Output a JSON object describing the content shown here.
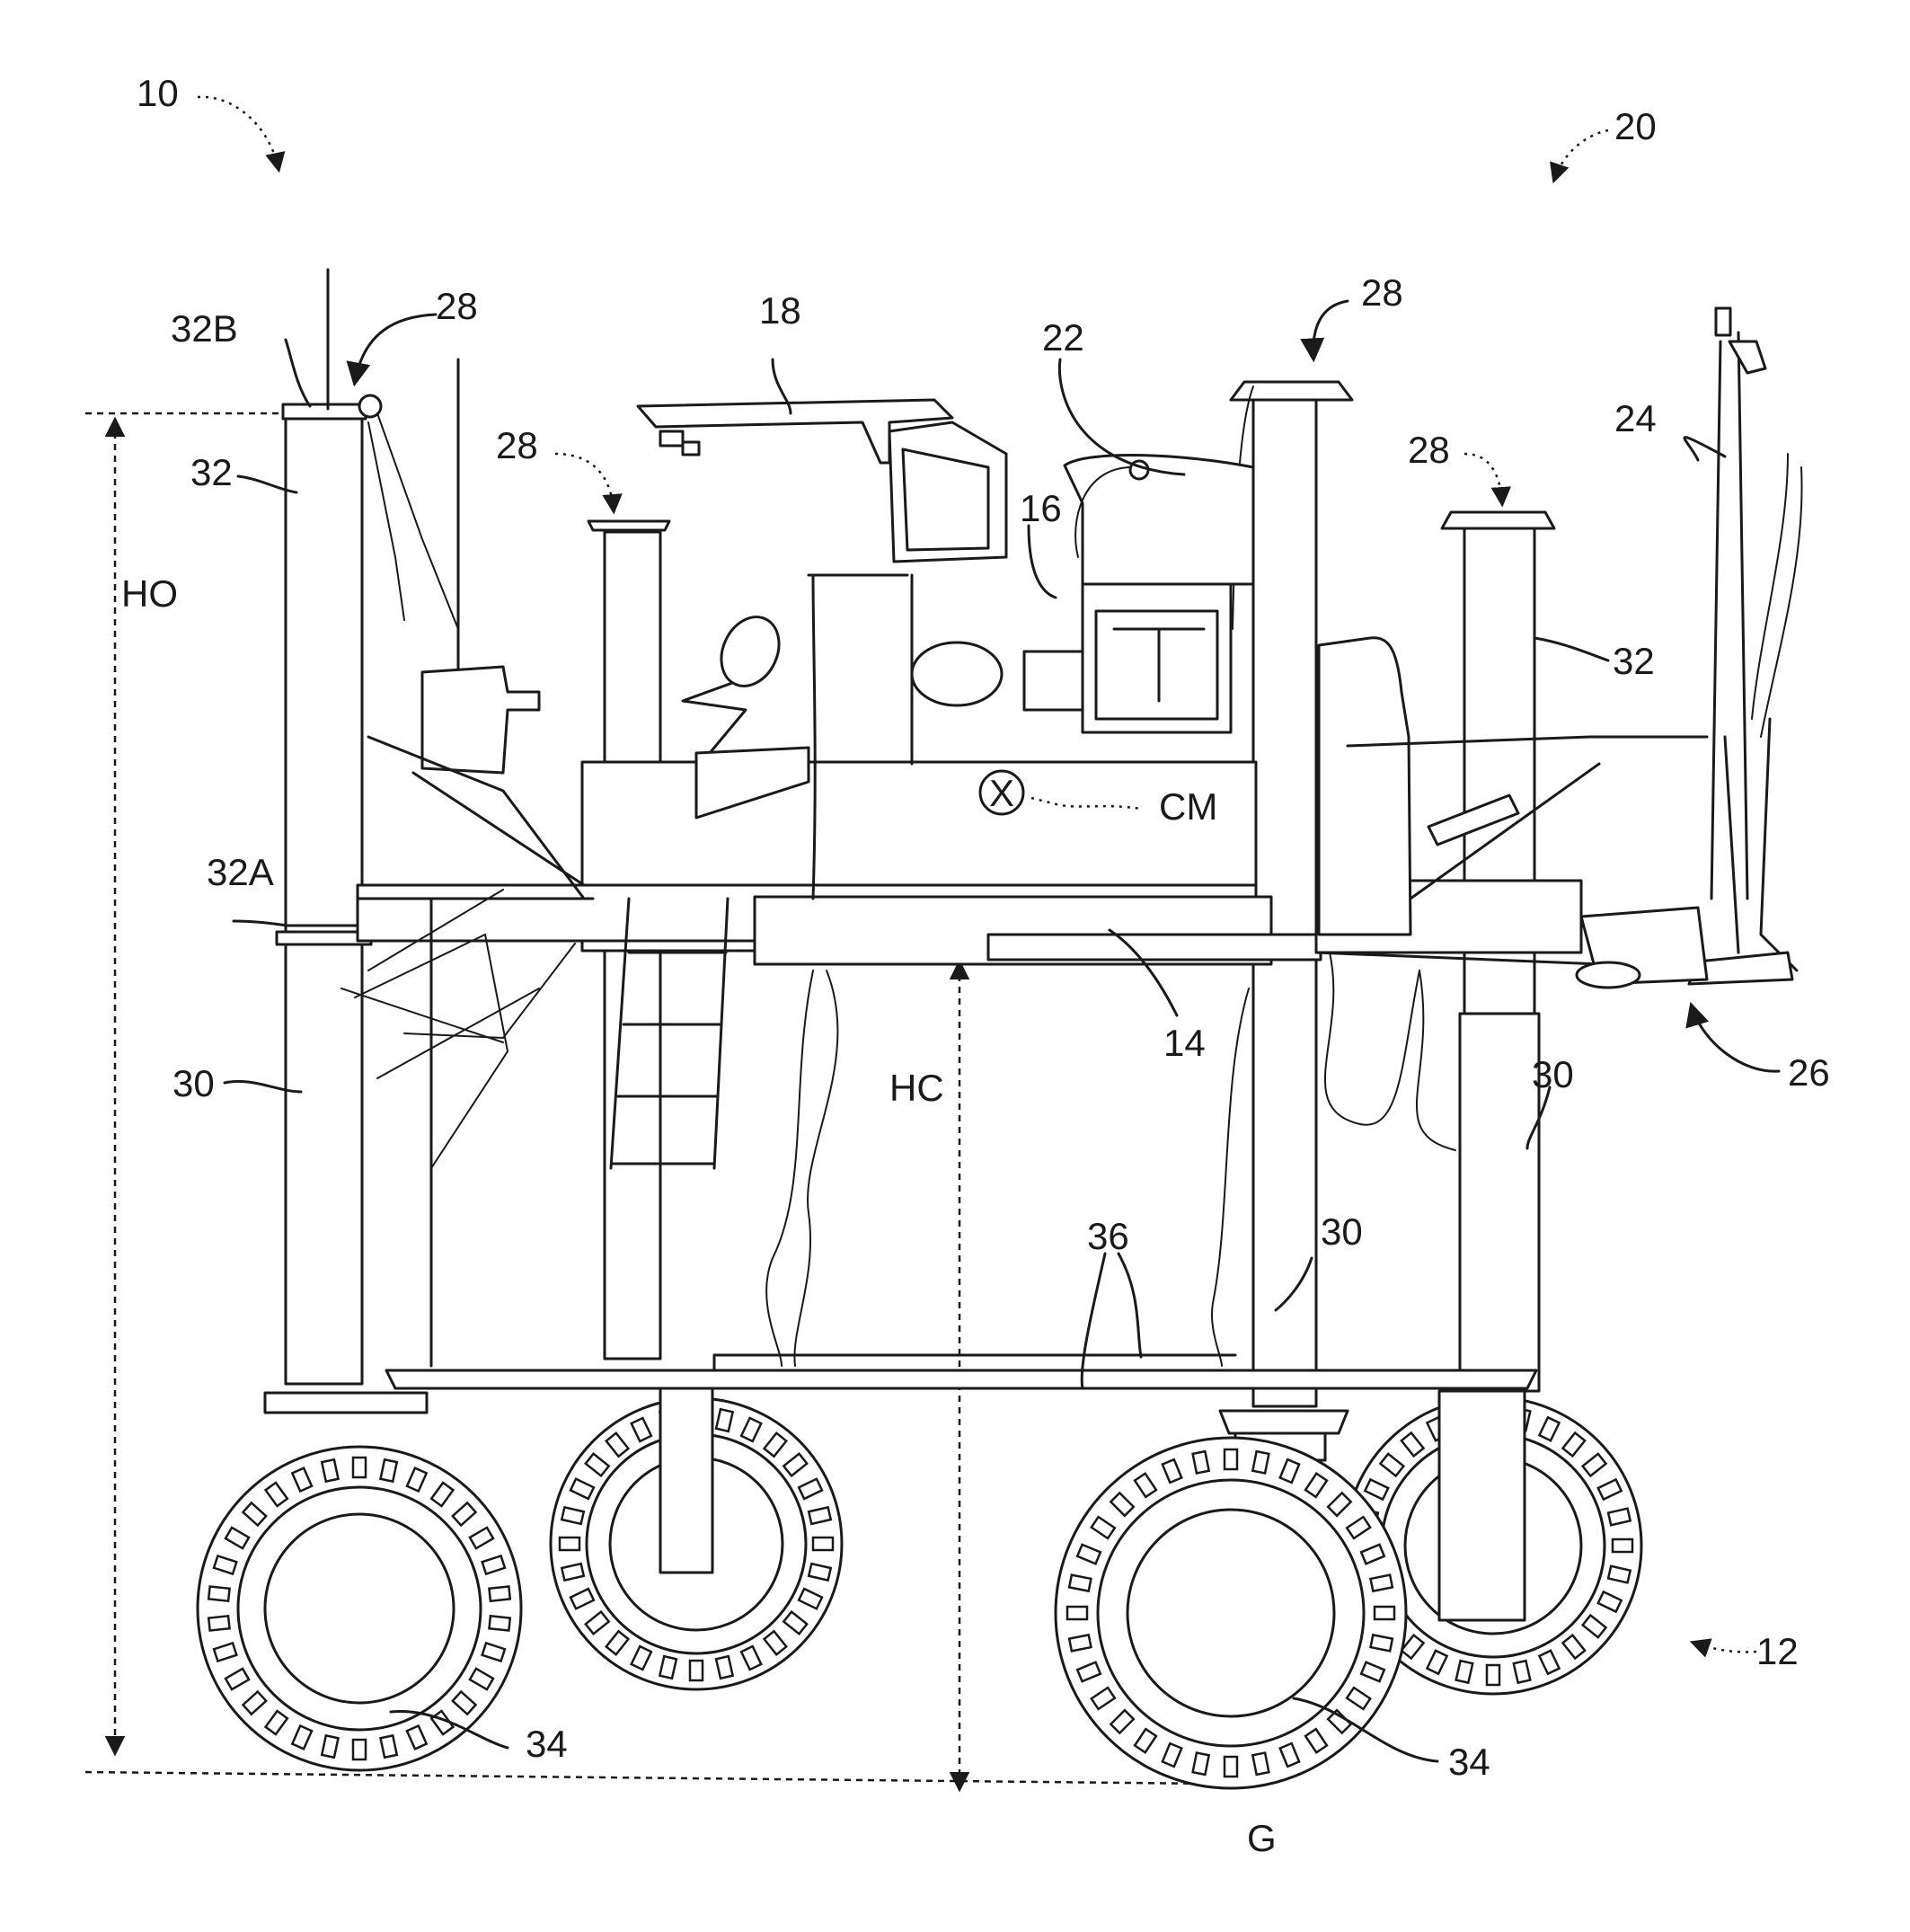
{
  "figure": {
    "ref_numerals": {
      "machine": "10",
      "harvester_side": "20",
      "chassis": "12",
      "main_frame": "14",
      "engine": "16",
      "canopy": "18",
      "tank": "22",
      "front_attachment": "24",
      "head_unit": "26",
      "lift_assembly": "28",
      "lower_leg": "30",
      "upper_leg": "32",
      "upper_leg_top": "32B",
      "upper_leg_bottom": "32A",
      "wheel": "34",
      "cross_member": "36"
    },
    "dimensions": {
      "overall_height": "HO",
      "clearance_height": "HC",
      "ground": "G",
      "center_of_mass": "CM",
      "center_of_mass_symbol": "X"
    }
  }
}
